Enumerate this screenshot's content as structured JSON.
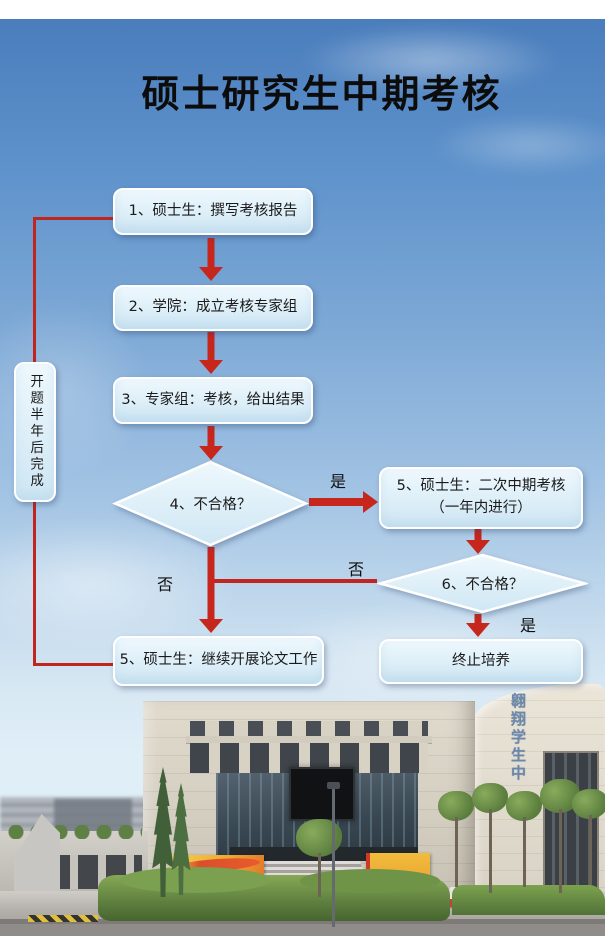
{
  "title": "硕士研究生中期考核",
  "flow": {
    "side_note": "开题半年后完成",
    "step1": "1、硕士生：撰写考核报告",
    "step2": "2、学院：成立考核专家组",
    "step3": "3、专家组：考核，给出结果",
    "decision4": "4、不合格？",
    "retry_line1": "5、硕士生：二次中期考核",
    "retry_line2": "（一年内进行）",
    "decision6": "6、不合格？",
    "continue_work": "5、硕士生：继续开展论文工作",
    "terminate": "终止培养",
    "label_d4_yes": "是",
    "label_d4_no": "否",
    "label_d6_no": "否",
    "label_d6_yes": "是"
  },
  "photo": {
    "building_sign": "翱翔学生中"
  },
  "colors": {
    "arrow_red": "#c7261d",
    "line_red": "#c0251f",
    "node_fill_top": "#eef8fd",
    "node_fill_bottom": "#cfe7f4",
    "node_border": "#ffffff",
    "sky_top": "#4a7dbc"
  }
}
